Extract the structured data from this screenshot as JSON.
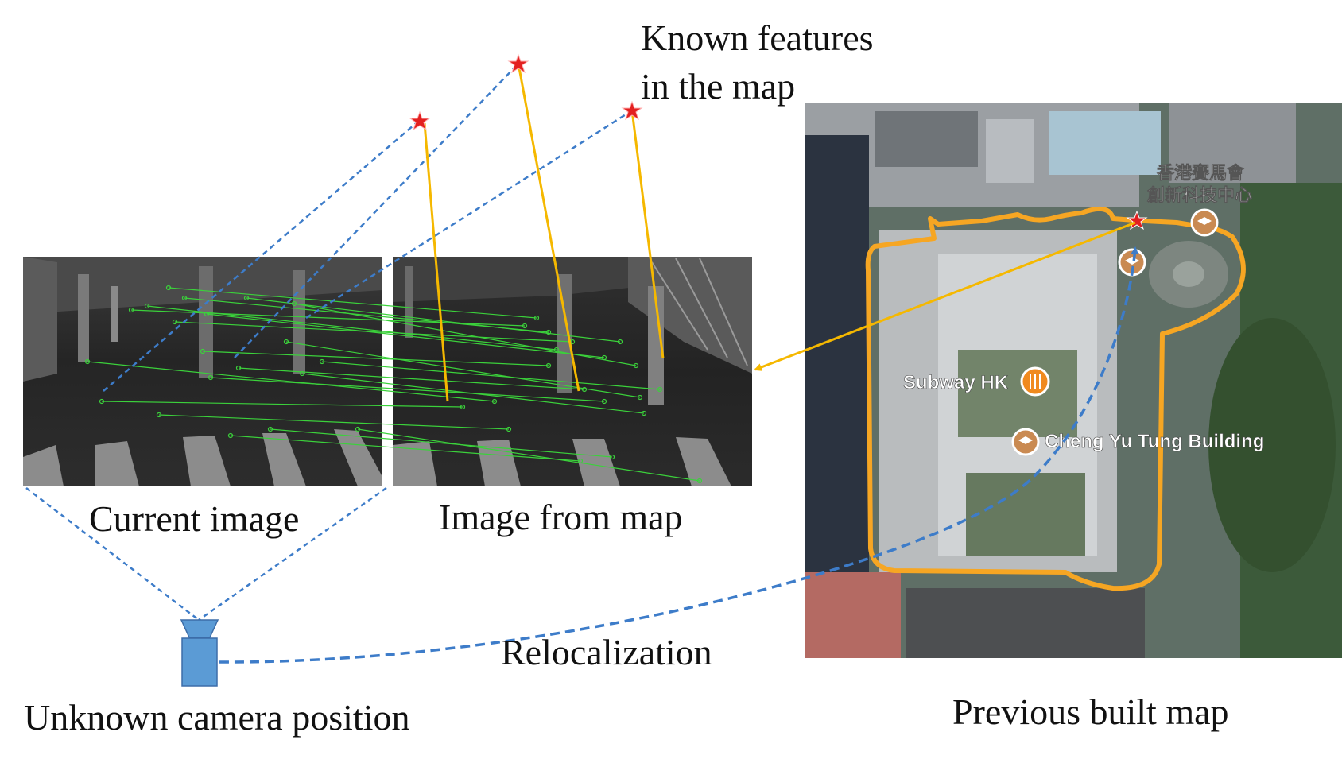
{
  "labels": {
    "known_features_line1": "Known features",
    "known_features_line2": "in the map",
    "current_image": "Current image",
    "image_from_map": "Image from map",
    "relocalization": "Relocalization",
    "unknown_camera": "Unknown camera position",
    "previous_map": "Previous built map"
  },
  "map_labels": {
    "jockey_line1": "香港賽馬會",
    "jockey_line2": "創新科技中心",
    "subway": "Subway HK",
    "building": "Cheng Yu Tung Building"
  },
  "colors": {
    "feature_star": "#e32020",
    "projection_line": "#f5b800",
    "ray_line": "#3d7cc9",
    "camera_fill": "#5b9bd5",
    "trajectory": "#f6a623",
    "match_line": "#3bd13b"
  },
  "icons": [
    "feature-star-icon",
    "camera-icon",
    "restaurant-pin-icon",
    "education-pin-icon"
  ]
}
